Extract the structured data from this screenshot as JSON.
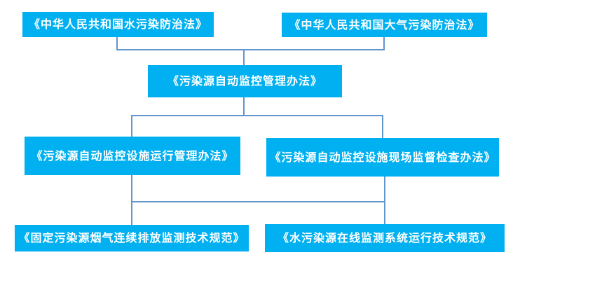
{
  "diagram": {
    "type": "hierarchy-flowchart",
    "title": "",
    "colors": {
      "node_fill": "#00b0f0",
      "node_text": "#ffffff",
      "connector": "#6195cd",
      "background": "#ffffff"
    },
    "nodes": [
      {
        "id": "water-pollution-law",
        "row": 1,
        "label": "《中华人民共和国水污染防治法》"
      },
      {
        "id": "air-pollution-law",
        "row": 1,
        "label": "《中华人民共和国大气污染防治法》"
      },
      {
        "id": "auto-monitoring-measures",
        "row": 2,
        "label": "《污染源自动监控管理办法》"
      },
      {
        "id": "facility-operation-measures",
        "row": 3,
        "label": "《污染源自动监控设施运行管理办法》"
      },
      {
        "id": "onsite-inspection-measures",
        "row": 3,
        "label": "《污染源自动监控设施现场监督检查办法》"
      },
      {
        "id": "flue-gas-cems-spec",
        "row": 4,
        "label": "《固定污染源烟气连续排放监测技术规范》"
      },
      {
        "id": "water-online-monitoring-spec",
        "row": 4,
        "label": "《水污染源在线监测系统运行技术规范》"
      }
    ],
    "edges": [
      {
        "from": "water-pollution-law",
        "to": "auto-monitoring-measures"
      },
      {
        "from": "air-pollution-law",
        "to": "auto-monitoring-measures"
      },
      {
        "from": "auto-monitoring-measures",
        "to": "facility-operation-measures"
      },
      {
        "from": "auto-monitoring-measures",
        "to": "onsite-inspection-measures"
      },
      {
        "from": "facility-operation-measures",
        "to": "flue-gas-cems-spec"
      },
      {
        "from": "onsite-inspection-measures",
        "to": "water-online-spec"
      }
    ]
  }
}
